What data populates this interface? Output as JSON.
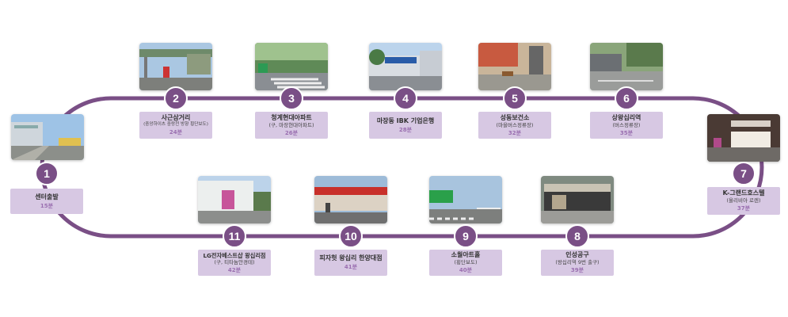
{
  "colors": {
    "route": "#7a4f86",
    "label_bg": "#d7c8e3",
    "time_text": "#9a6fb0"
  },
  "stops": [
    {
      "num": "1",
      "name": "센터출발",
      "sub": "",
      "time": "15분"
    },
    {
      "num": "2",
      "name": "사근삼거리",
      "sub": "(중앙하이츠 중랑천 방향 횡단보도)",
      "time": "24분"
    },
    {
      "num": "3",
      "name": "청계현대아파트",
      "sub": "(구, 마장현대아파트)",
      "time": "26분"
    },
    {
      "num": "4",
      "name": "마장동 IBK 기업은행",
      "sub": "",
      "time": "28분"
    },
    {
      "num": "5",
      "name": "성동보건소",
      "sub": "(마을버스정류장)",
      "time": "32분"
    },
    {
      "num": "6",
      "name": "상왕십리역",
      "sub": "(버스정류장)",
      "time": "35분"
    },
    {
      "num": "7",
      "name": "K-그랜드호스텔",
      "sub": "(올리비아 로렌)",
      "time": "37분"
    },
    {
      "num": "8",
      "name": "인성공구",
      "sub": "(왕십리역 9번 출구)",
      "time": "39분"
    },
    {
      "num": "9",
      "name": "소월아트홀",
      "sub": "(횡단보도)",
      "time": "40분"
    },
    {
      "num": "10",
      "name": "피자헛 왕십리 한양대점",
      "sub": "",
      "time": "41분"
    },
    {
      "num": "11",
      "name": "LG전자베스트샵 왕십리점",
      "sub": "(구, 티타늄안경테)",
      "time": "42분"
    }
  ]
}
